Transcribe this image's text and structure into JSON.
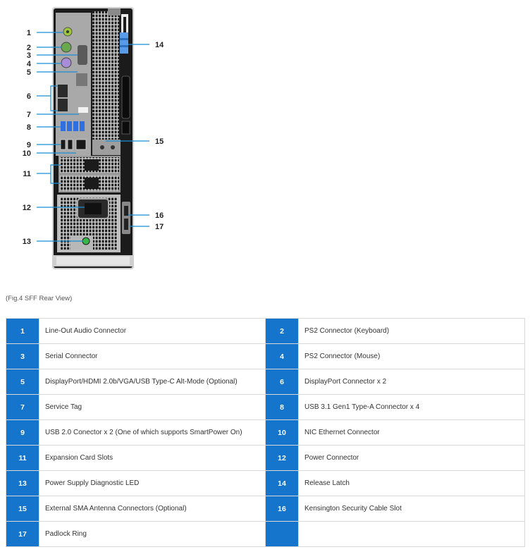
{
  "callouts": [
    "1",
    "2",
    "3",
    "4",
    "5",
    "6",
    "7",
    "8",
    "9",
    "10",
    "11",
    "12",
    "13",
    "14",
    "15",
    "16",
    "17"
  ],
  "caption": "(Fig.4 SFF Rear View)",
  "legend": [
    {
      "number": "1",
      "label": "Line-Out Audio Connector"
    },
    {
      "number": "2",
      "label": "PS2 Connector (Keyboard)"
    },
    {
      "number": "3",
      "label": "Serial Connector"
    },
    {
      "number": "4",
      "label": "PS2 Connector (Mouse)"
    },
    {
      "number": "5",
      "label": "DisplayPort/HDMI 2.0b/VGA/USB Type-C Alt-Mode (Optional)"
    },
    {
      "number": "6",
      "label": "DisplayPort Connector x 2"
    },
    {
      "number": "7",
      "label": "Service Tag"
    },
    {
      "number": "8",
      "label": "USB 3.1 Gen1 Type-A Connector x 4"
    },
    {
      "number": "9",
      "label": "USB 2.0 Conector x 2 (One of which supports SmartPower On)"
    },
    {
      "number": "10",
      "label": "NIC Ethernet Connector"
    },
    {
      "number": "11",
      "label": "Expansion Card Slots"
    },
    {
      "number": "12",
      "label": "Power Connector"
    },
    {
      "number": "13",
      "label": "Power Supply Diagnostic LED"
    },
    {
      "number": "14",
      "label": "Release Latch"
    },
    {
      "number": "15",
      "label": "External SMA Antenna Connectors (Optional)"
    },
    {
      "number": "16",
      "label": "Kensington Security Cable Slot"
    },
    {
      "number": "17",
      "label": "Padlock Ring"
    }
  ],
  "colors": {
    "accent": "#1575cc",
    "callout_line": "#1a8fd8",
    "chassis": "#1b1b1b",
    "panel": "#a9a9a9"
  }
}
